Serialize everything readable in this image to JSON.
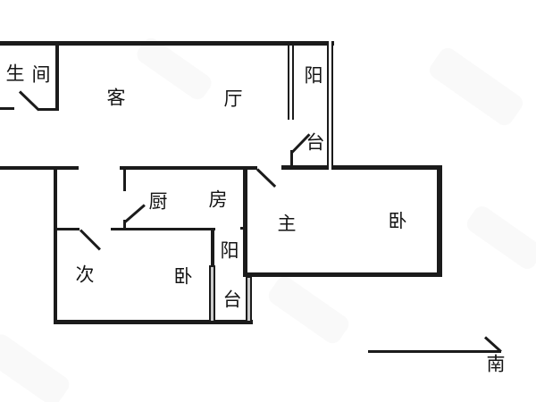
{
  "plan": {
    "kind": "apartment-floorplan"
  },
  "rooms": [
    {
      "id": "bathroom",
      "label": "生间",
      "chars": [
        "生",
        "间"
      ]
    },
    {
      "id": "living-room",
      "label": "客厅",
      "chars": [
        "客",
        "厅"
      ]
    },
    {
      "id": "balcony-top",
      "label": "阳台",
      "chars": [
        "阳",
        "台"
      ]
    },
    {
      "id": "kitchen",
      "label": "厨房",
      "chars": [
        "厨",
        "房"
      ]
    },
    {
      "id": "master-bedroom",
      "label": "主卧",
      "chars": [
        "主",
        "卧"
      ]
    },
    {
      "id": "second-bedroom",
      "label": "次卧",
      "chars": [
        "次",
        "卧"
      ]
    },
    {
      "id": "balcony-middle",
      "label": "阳台",
      "chars": [
        "阳",
        "台"
      ]
    }
  ],
  "compass": {
    "label": "南"
  },
  "colors": {
    "wall": "#1b1b1b",
    "text": "#141414",
    "window_fill": "#cccccc",
    "background": "#ffffff"
  }
}
